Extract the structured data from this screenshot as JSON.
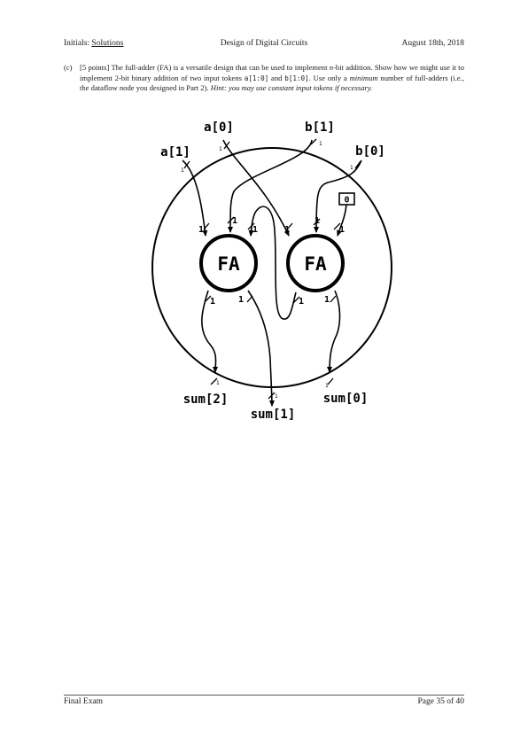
{
  "header": {
    "initials_label": "Initials:",
    "initials_value": "Solutions",
    "course": "Design of Digital Circuits",
    "date": "August 18th, 2018"
  },
  "problem": {
    "label": "(c)",
    "points": "[5 points]",
    "t1": "The full-adder (FA) is a versatile design that can be used to implement ",
    "n": "n",
    "t2": "-bit addition. Show how we might use it to implement 2-bit binary addition of two input tokens ",
    "code_a": "a[1:0]",
    "t3": " and ",
    "code_b": "b[1:0]",
    "t4": ". Use only a ",
    "minimum": "minimum",
    "t5": " number of full-adders (i.e., the dataflow node you designed in Part 2). ",
    "hint": "Hint: you may use constant input tokens if necessary."
  },
  "diagram": {
    "node_label": "FA",
    "inputs": {
      "a0": "a[0]",
      "a1": "a[1]",
      "b1": "b[1]",
      "b0": "b[0]"
    },
    "outputs": {
      "sum2": "sum[2]",
      "sum1": "sum[1]",
      "sum0": "sum[0]"
    },
    "constant": "0",
    "bit_width": "1"
  },
  "footer": {
    "left": "Final Exam",
    "right": "Page 35 of 40"
  }
}
